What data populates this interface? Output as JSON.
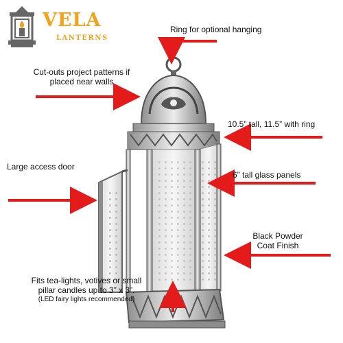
{
  "brand": {
    "name": "VELA",
    "subtitle": "LANTERNS",
    "colors": {
      "orange": "#f3a21c",
      "gray": "#666666",
      "arrow_red": "#e41b1b"
    }
  },
  "callouts": {
    "ring": "Ring for optional hanging",
    "cutouts": [
      "Cut-outs project patterns if",
      "placed near walls"
    ],
    "height": "10.5” tall, 11.5” with ring",
    "door": "Large access door",
    "glass": "6” tall glass panels",
    "finish": [
      "Black Powder",
      "Coat Finish"
    ],
    "candles": [
      "Fits tea-lights, votives or small",
      "pillar candles up to 3” x 3”."
    ],
    "candles_note": "(LED fairy lights recommended)"
  },
  "icons": [
    "lantern-logo-icon",
    "arrow-icon",
    "lantern-product-image"
  ]
}
